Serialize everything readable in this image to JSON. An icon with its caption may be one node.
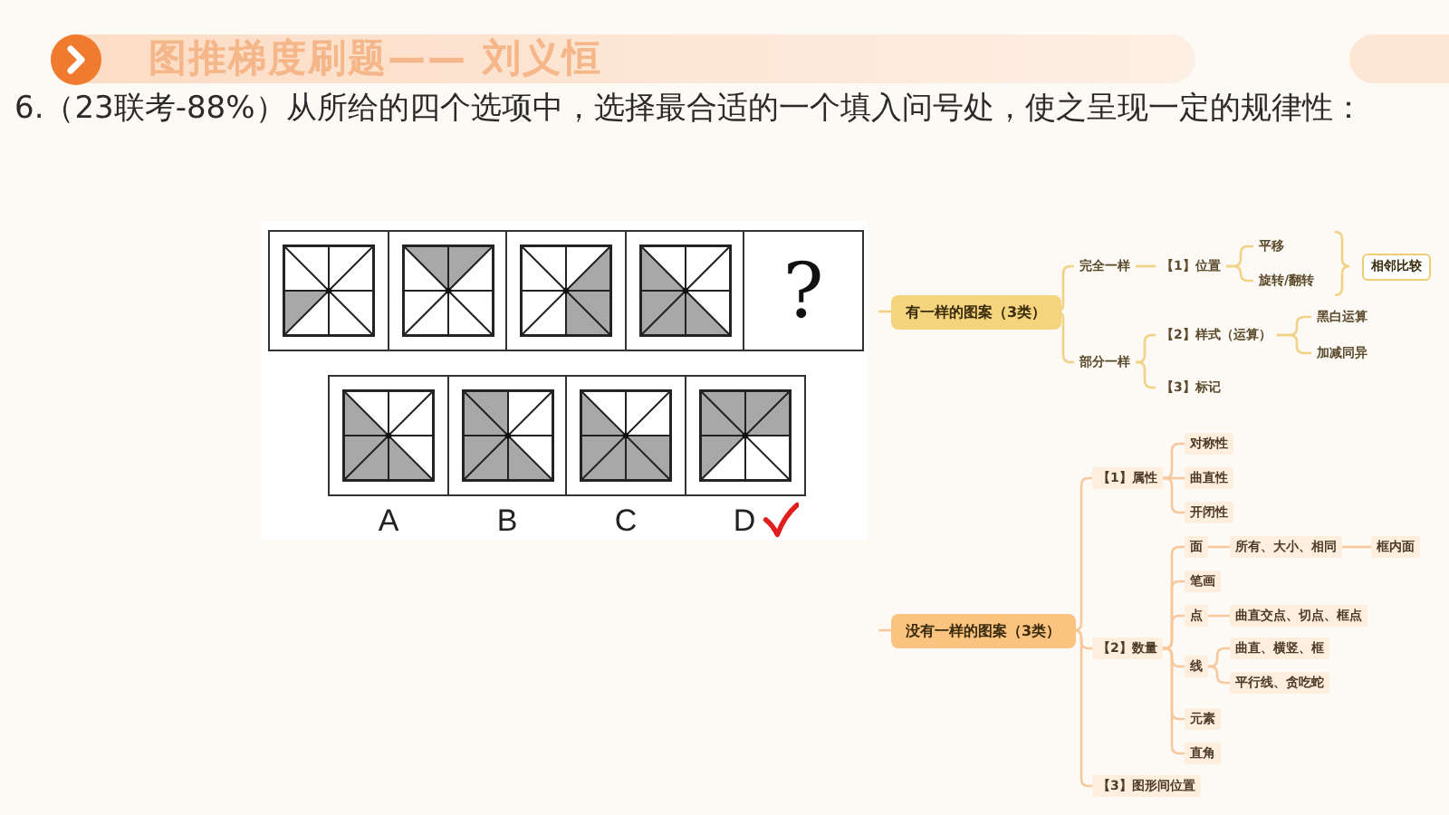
{
  "diagram": {
    "title": "图推梯度刷题—— 刘义恒",
    "nodes": [
      {
        "text": [],
        "shape": "picture"
      },
      {
        "text": [],
        "shape": "picture"
      },
      {
        "text": [],
        "shape": "picture"
      },
      {
        "text": [],
        "shape": "picture"
      },
      {
        "text": [
          "?"
        ]
      },
      {
        "text": [],
        "shape": "picture",
        "beside": [
          "A"
        ]
      },
      {
        "text": [],
        "shape": "picture",
        "beside": [
          "B"
        ]
      },
      {
        "text": [],
        "shape": "picture",
        "beside": [
          "C"
        ]
      },
      {
        "text": [],
        "shape": "picture",
        "beside": [
          "D"
        ]
      },
      {
        "text": [
          "有一样的图案（3类）"
        ]
      },
      {
        "text": [
          "完全一样"
        ]
      },
      {
        "text": [
          "【1】位置"
        ]
      },
      {
        "text": [
          "平移"
        ]
      },
      {
        "text": [
          "旋转/翻转"
        ]
      },
      {
        "text": [
          "相邻比较"
        ]
      },
      {
        "text": [
          "部分一样"
        ]
      },
      {
        "text": [
          "【2】样式（运算）"
        ]
      },
      {
        "text": [
          "黑白运算"
        ]
      },
      {
        "text": [
          "加减同异"
        ]
      },
      {
        "text": [
          "【3】标记"
        ]
      },
      {
        "text": [
          "没有一样的图案（3类）"
        ]
      },
      {
        "text": [
          "【1】属性"
        ]
      },
      {
        "text": [
          "对称性"
        ]
      },
      {
        "text": [
          "曲直性"
        ]
      },
      {
        "text": [
          "开闭性"
        ]
      },
      {
        "text": [
          "【2】数量"
        ]
      },
      {
        "text": [
          "面"
        ]
      },
      {
        "text": [
          "所有、大小、相同"
        ]
      },
      {
        "text": [
          "框内面"
        ]
      },
      {
        "text": [
          "笔画"
        ]
      },
      {
        "text": [
          "点"
        ]
      },
      {
        "text": [
          "曲直交点、切点、框点"
        ]
      },
      {
        "text": [
          "线"
        ]
      },
      {
        "text": [
          "曲直、横竖、框"
        ]
      },
      {
        "text": [
          "平行线、贪吃蛇"
        ]
      },
      {
        "text": [
          "元素"
        ]
      },
      {
        "text": [
          "直角"
        ]
      },
      {
        "text": [
          "【3】图形间位置"
        ]
      }
    ],
    "edges": [
      {
        "from": null,
        "to": 9,
        "arrow": "none",
        "color": "#f2d385"
      },
      {
        "from": 9,
        "to": 10,
        "arrow": "none",
        "color": "#f2d385"
      },
      {
        "from": 9,
        "to": 15,
        "arrow": "none",
        "color": "#f2d385"
      },
      {
        "from": 10,
        "to": 11,
        "arrow": "none",
        "color": "#f2d385"
      },
      {
        "from": 11,
        "to": 12,
        "arrow": "none",
        "color": "#f2d385"
      },
      {
        "from": 11,
        "to": 13,
        "arrow": "none",
        "color": "#f2d385"
      },
      {
        "from": 15,
        "to": 16,
        "arrow": "none",
        "color": "#f2d385"
      },
      {
        "from": 15,
        "to": 19,
        "arrow": "none",
        "color": "#f2d385"
      },
      {
        "from": 16,
        "to": 17,
        "arrow": "none",
        "color": "#f2d385"
      },
      {
        "from": 16,
        "to": 18,
        "arrow": "none",
        "color": "#f2d385"
      },
      {
        "from": null,
        "to": 20,
        "arrow": "none"
      },
      {
        "from": 20,
        "to": 21,
        "arrow": "none"
      },
      {
        "from": 20,
        "to": 25,
        "arrow": "none"
      },
      {
        "from": 20,
        "to": 37,
        "arrow": "none"
      },
      {
        "from": 21,
        "to": 22,
        "arrow": "none"
      },
      {
        "from": 21,
        "to": 23,
        "arrow": "none"
      },
      {
        "from": 21,
        "to": 24,
        "arrow": "none"
      },
      {
        "from": 25,
        "to": 26,
        "arrow": "none"
      },
      {
        "from": 25,
        "to": 29,
        "arrow": "none"
      },
      {
        "from": 25,
        "to": 30,
        "arrow": "none"
      },
      {
        "from": 25,
        "to": 32,
        "arrow": "none"
      },
      {
        "from": 25,
        "to": 35,
        "arrow": "none"
      },
      {
        "from": 25,
        "to": 36,
        "arrow": "none"
      },
      {
        "from": 26,
        "to": 27,
        "arrow": "none"
      },
      {
        "from": 27,
        "to": 28,
        "arrow": "none"
      },
      {
        "from": 30,
        "to": 31,
        "arrow": "none"
      },
      {
        "from": 32,
        "to": 33,
        "arrow": "none"
      },
      {
        "from": 32,
        "to": 34,
        "arrow": "none"
      }
    ],
    "labels": [
      "6.（23联考-88%）从所给的四个选项中，选择最合适的一个填入问号处，使之呈现一定的规律性："
    ]
  }
}
